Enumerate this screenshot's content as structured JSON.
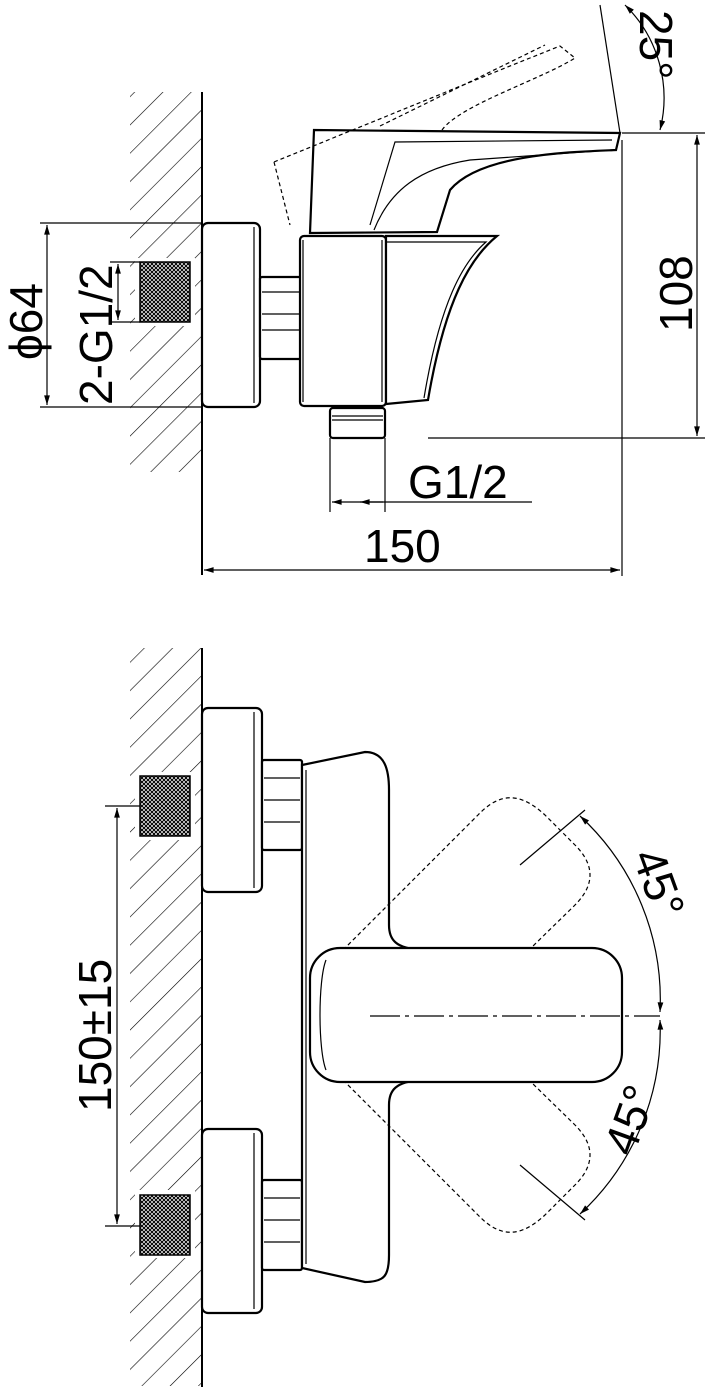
{
  "dimensions": {
    "side_view": {
      "flange_diameter": "ϕ64",
      "inlet_thread": "2-G1/2",
      "outlet_thread": "G1/2",
      "total_depth": "150",
      "height": "108",
      "lever_angle": "25°"
    },
    "top_view": {
      "centre_distance": "150±15",
      "rotation_angle_upper": "45°",
      "rotation_angle_lower": "45°"
    }
  }
}
